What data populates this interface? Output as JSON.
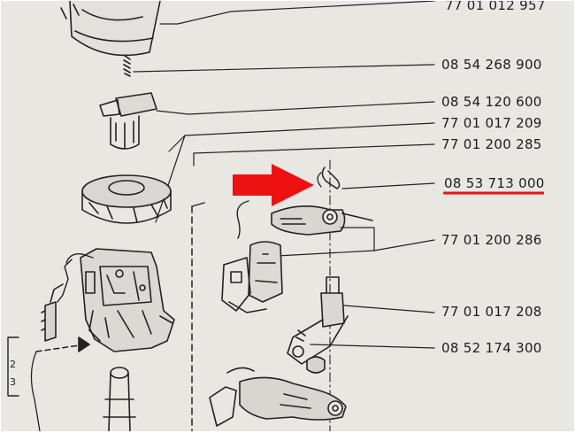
{
  "diagram": {
    "part_numbers": [
      "77 01 012 957",
      "08 54 268 900",
      "08 54 120 600",
      "77 01 017 209",
      "77 01 200 285",
      "08 53 713 000",
      "77 01 200 286",
      "77 01 017 208",
      "08 52 174 300"
    ],
    "side_labels": [
      "2",
      "3"
    ],
    "highlighted_part": "08 53 713 000",
    "colors": {
      "highlight_arrow": "#ee1111",
      "highlight_underline": "#ee1111",
      "ink": "#222222",
      "paper": "#e9e7e2"
    },
    "highlight_icon": "red-arrow-icon"
  }
}
